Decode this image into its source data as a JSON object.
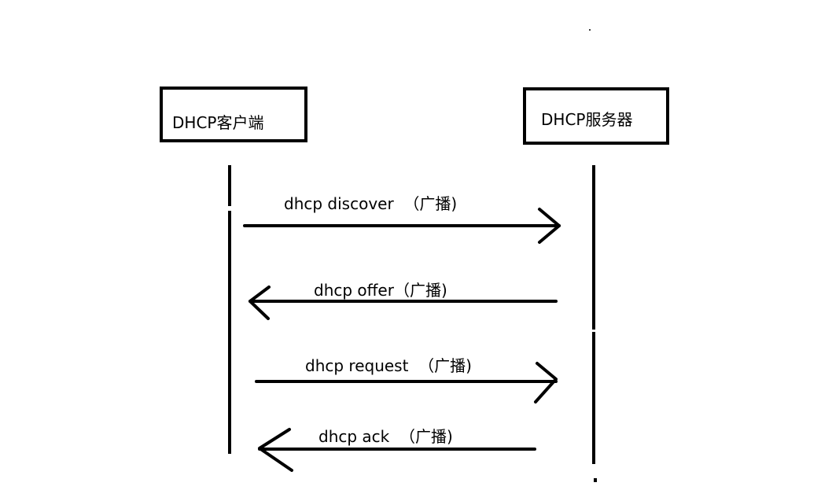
{
  "participants": {
    "client": "DHCP客户端",
    "server": "DHCP服务器"
  },
  "messages": [
    {
      "label": "dhcp discover  （广播)",
      "direction": "client-to-server"
    },
    {
      "label": "dhcp offer（广播)",
      "direction": "server-to-client"
    },
    {
      "label": "dhcp request  （广播)",
      "direction": "client-to-server"
    },
    {
      "label": "dhcp ack  （广播)",
      "direction": "server-to-client"
    }
  ]
}
